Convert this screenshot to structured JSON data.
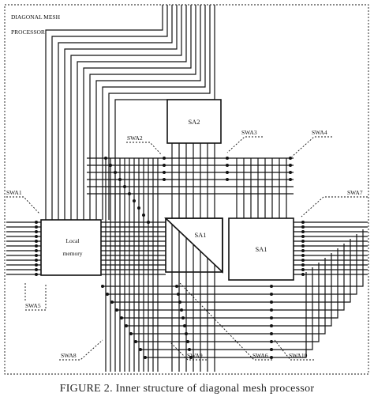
{
  "diagram": {
    "title_line1": "DIAGONAL MESH",
    "title_line2": "PROCESSOR",
    "blocks": {
      "sa2": "SA2",
      "sa1_left": "SA1",
      "sa1_right": "SA1",
      "local_memory_line1": "Local",
      "local_memory_line2": "memory"
    },
    "switch_arrays": {
      "swa1": "SWA1",
      "swa2": "SWA2",
      "swa3": "SWA3",
      "swa4": "SWA4",
      "swa5": "SWA5",
      "swa6": "SWA6",
      "swa7": "SWA7",
      "swa8": "SWA8",
      "swa9": "SWA9",
      "swa10": "SWA10"
    }
  },
  "caption": "FIGURE 2.  Inner structure of diagonal mesh processor"
}
